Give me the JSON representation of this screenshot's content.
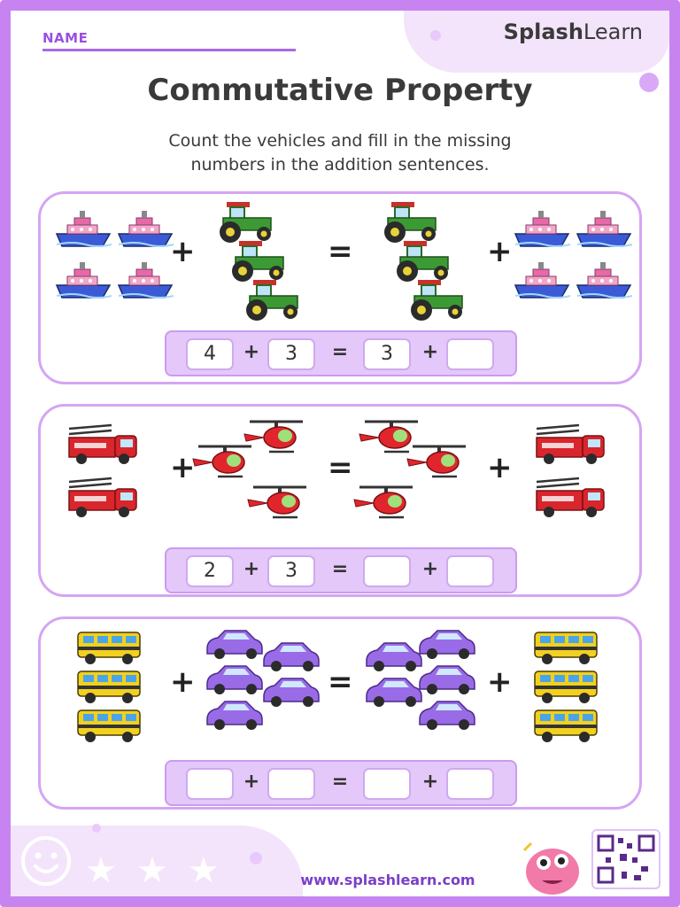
{
  "header": {
    "name_label": "NAME",
    "logo_bold": "Splash",
    "logo_regular": "Learn"
  },
  "title": "Commutative Property",
  "instructions": {
    "line1": "Count the vehicles and fill in the missing",
    "line2": "numbers in the addition sentences."
  },
  "problems": [
    {
      "left_vehicle": "ship-icon",
      "left_count": 4,
      "right_vehicle": "tractor-icon",
      "right_count": 3,
      "answers": [
        "4",
        "3",
        "3",
        ""
      ]
    },
    {
      "left_vehicle": "fire-truck-icon",
      "left_count": 2,
      "right_vehicle": "helicopter-icon",
      "right_count": 3,
      "answers": [
        "2",
        "3",
        "",
        ""
      ]
    },
    {
      "left_vehicle": "school-bus-icon",
      "left_count": 3,
      "right_vehicle": "car-icon",
      "right_count": 5,
      "answers": [
        "",
        "",
        "",
        ""
      ]
    }
  ],
  "symbols": {
    "plus": "+",
    "equals": "="
  },
  "footer": {
    "url": "www.splashlearn.com"
  },
  "colors": {
    "accent": "#c784f0",
    "box_fill": "#e4c8f9",
    "panel_border": "#d5a5f3"
  }
}
